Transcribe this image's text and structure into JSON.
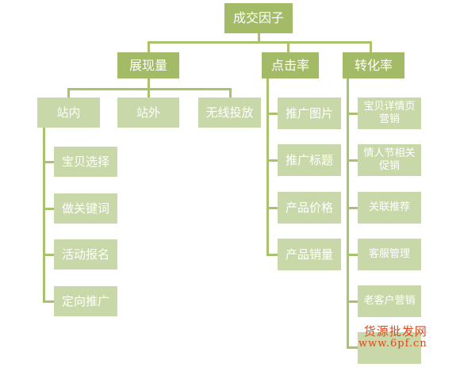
{
  "root": {
    "label": "成交因子"
  },
  "level1": [
    {
      "label": "展现量"
    },
    {
      "label": "点击率"
    },
    {
      "label": "转化率"
    }
  ],
  "exposure": {
    "children": [
      {
        "label": "站内"
      },
      {
        "label": "站外"
      },
      {
        "label": "无线投放"
      }
    ],
    "onsite_items": [
      {
        "label": "宝贝选择"
      },
      {
        "label": "做关键词"
      },
      {
        "label": "活动报名"
      },
      {
        "label": "定向推广"
      }
    ]
  },
  "ctr_items": [
    {
      "label": "推广图片"
    },
    {
      "label": "推广标题"
    },
    {
      "label": "产品价格"
    },
    {
      "label": "产品销量"
    }
  ],
  "conversion_items": [
    {
      "label": "宝贝详情页营销"
    },
    {
      "label": "情人节相关促销"
    },
    {
      "label": "关联推荐"
    },
    {
      "label": "客服管理"
    },
    {
      "label": "老客户营销"
    }
  ],
  "watermark": {
    "line1": "货源批发网",
    "line2": "www.6pf.cn"
  },
  "colors": {
    "dark_node": "#a3bb66",
    "light_node": "#c9d8a9",
    "connector": "#a9c26c",
    "watermark": "#e04818"
  }
}
